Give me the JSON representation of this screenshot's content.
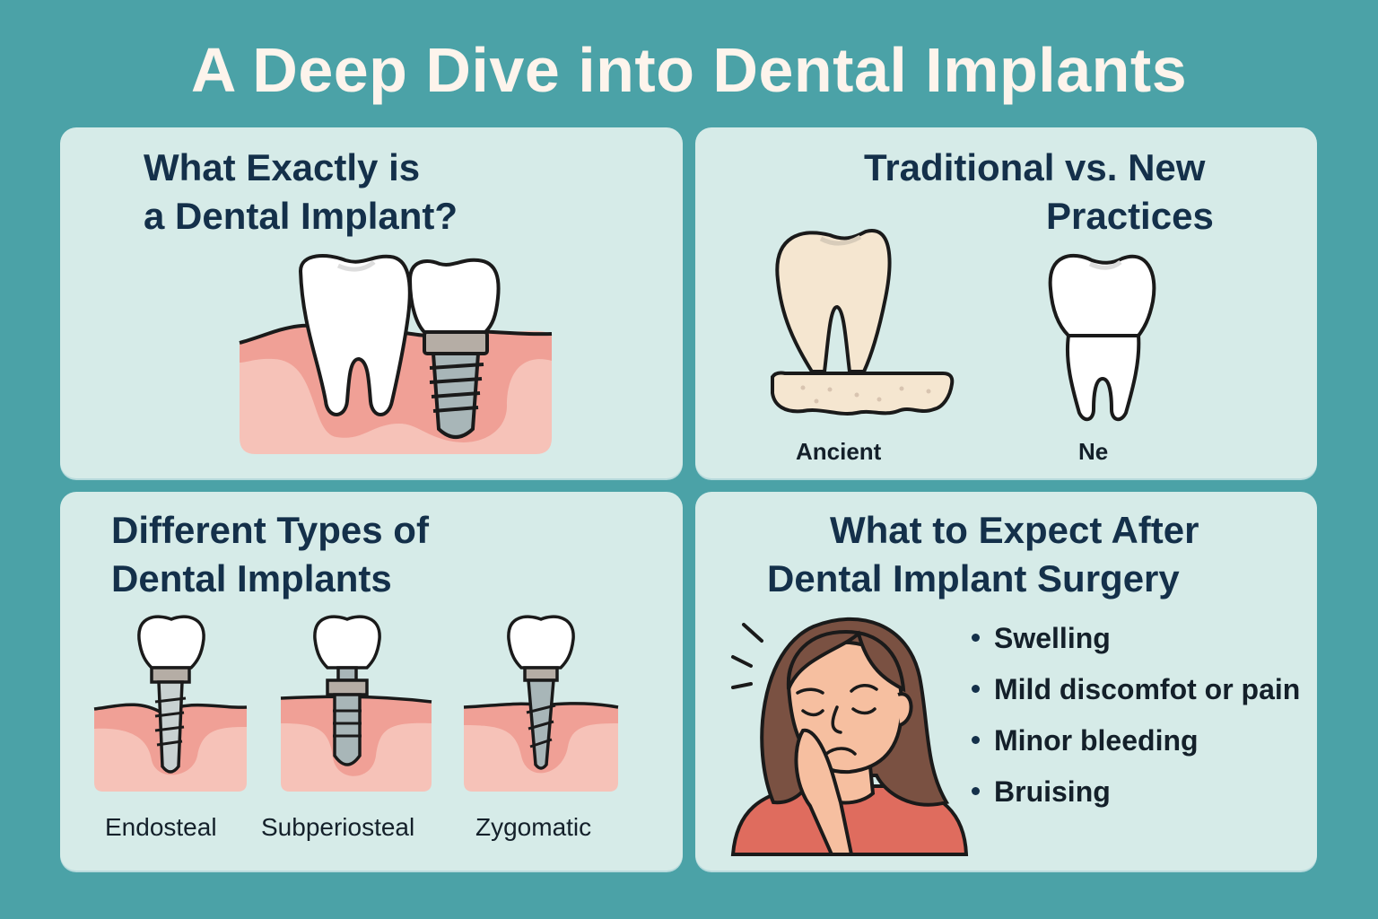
{
  "title": "A Deep Dive into Dental Implants",
  "colors": {
    "background": "#4ba2a7",
    "panel": "#d6ebe8",
    "heading_text": "#14304a",
    "title_text": "#fdf4ec",
    "gum": "#f0a096",
    "gum_light": "#f6c2b8",
    "tooth": "#ffffff",
    "ancient_tooth": "#f5e6d0",
    "abutment": "#b5ada5",
    "screw": "#a8b6b8",
    "shirt": "#df6c5e",
    "hair": "#7a5142",
    "skin": "#f6bfa0"
  },
  "panels": {
    "what_is": {
      "heading_line1": "What Exactly is",
      "heading_line2": "a Dental Implant?",
      "illustration": "natural-tooth-beside-implant-in-gum"
    },
    "traditional_vs_new": {
      "heading_line1": "Traditional vs. New",
      "heading_line2": "Practices",
      "items": [
        {
          "label": "Ancient",
          "illustration": "ancient-tooth-on-bone"
        },
        {
          "label": "Ne",
          "illustration": "modern-tooth"
        }
      ]
    },
    "types": {
      "heading_line1": "Different Types of",
      "heading_line2": "Dental Implants",
      "items": [
        {
          "label": "Endosteal"
        },
        {
          "label": "Subperiosteal"
        },
        {
          "label": "Zygomatic"
        }
      ]
    },
    "after_surgery": {
      "heading_line1": "What to Expect After",
      "heading_line2": "Dental Implant Surgery",
      "illustration": "woman-holding-cheek-in-pain",
      "bullets": [
        "Swelling",
        "Mild discomfot or pain",
        "Minor bleeding",
        "Bruising"
      ]
    }
  }
}
